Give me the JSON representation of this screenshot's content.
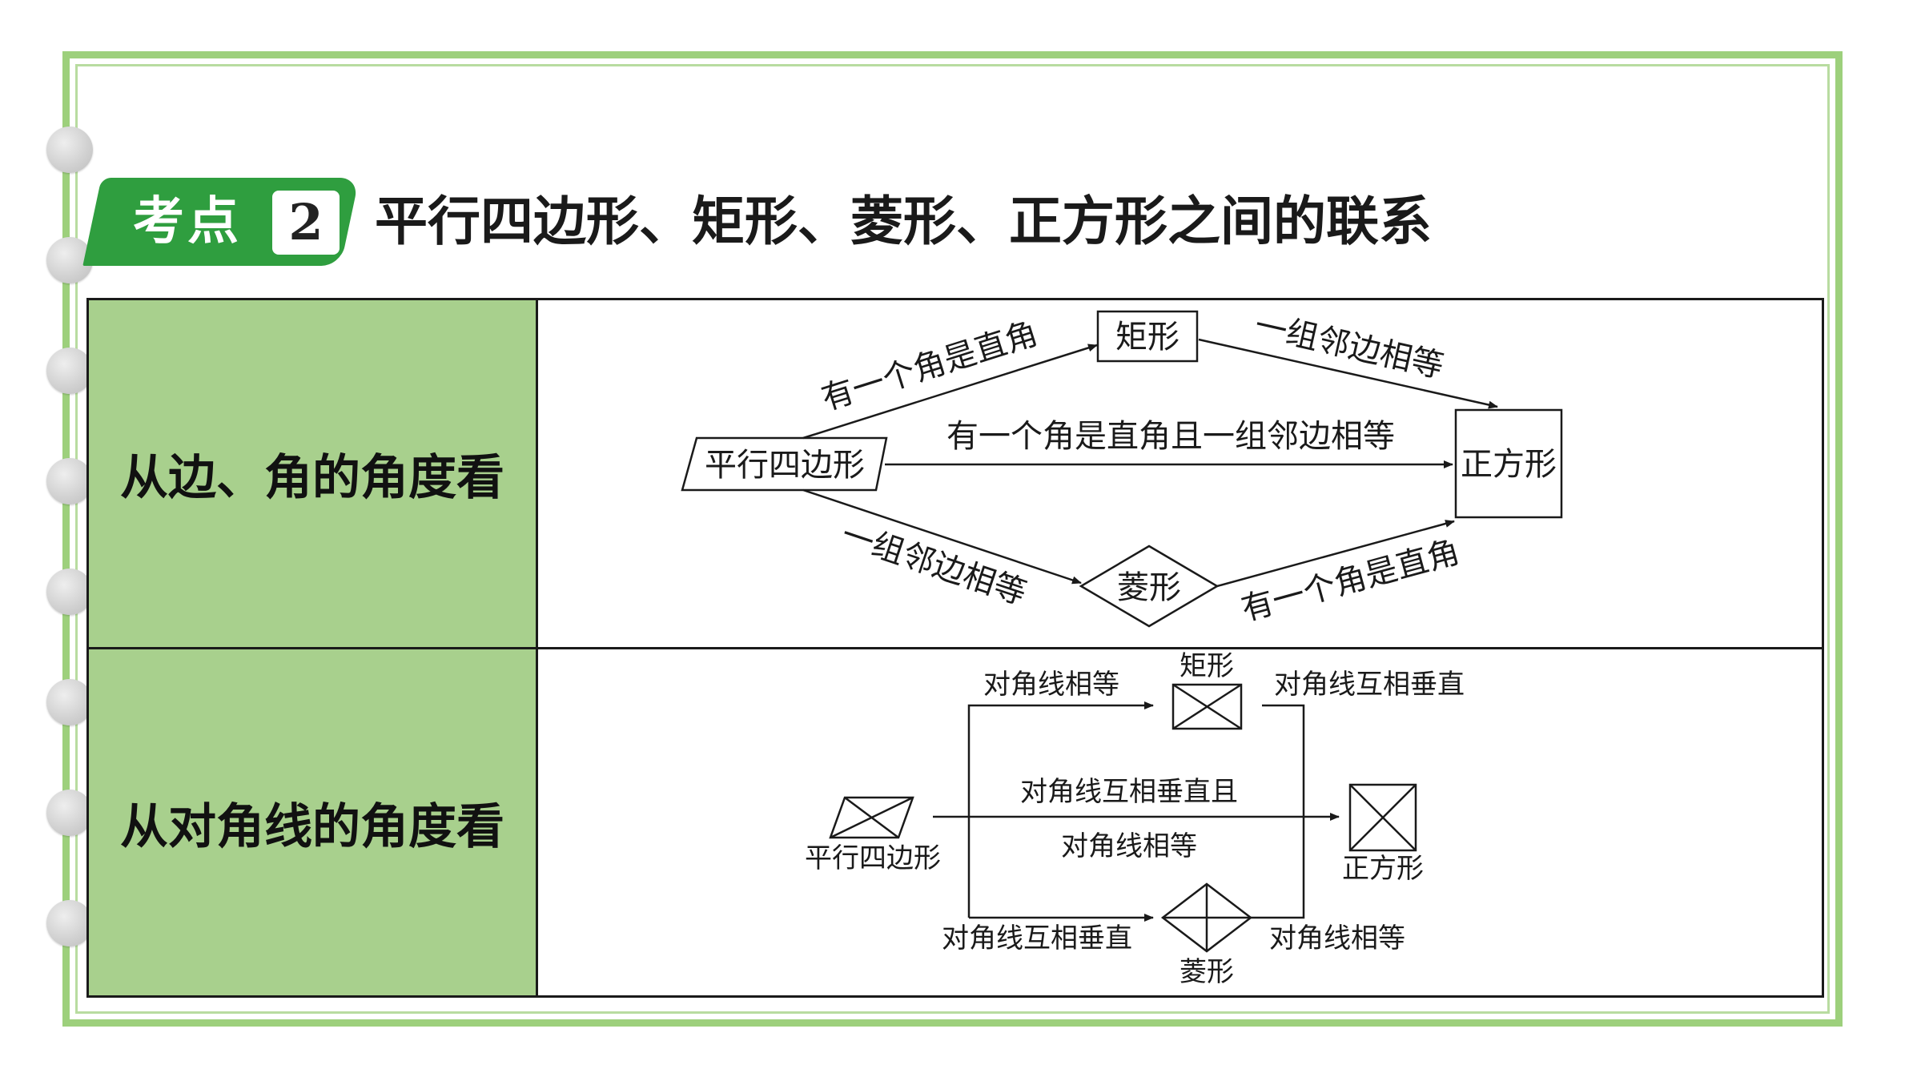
{
  "header": {
    "badge_label": "考点",
    "badge_number": "2",
    "title": "平行四边形、矩形、菱形、正方形之间的联系"
  },
  "rows": [
    {
      "label": "从边、角的角度看"
    },
    {
      "label": "从对角线的角度看"
    }
  ],
  "diagram1": {
    "nodes": {
      "parallelogram": "平行四边形",
      "rectangle": "矩形",
      "rhombus": "菱形",
      "square": "正方形"
    },
    "edges": {
      "para_to_rect": "有一个角是直角",
      "rect_to_square": "一组邻边相等",
      "para_to_square": "有一个角是直角且一组邻边相等",
      "para_to_rhombus": "一组邻边相等",
      "rhombus_to_square": "有一个角是直角"
    }
  },
  "diagram2": {
    "nodes": {
      "parallelogram": "平行四边形",
      "rectangle": "矩形",
      "rhombus": "菱形",
      "square": "正方形"
    },
    "edges": {
      "para_to_rect": "对角线相等",
      "rect_to_square": "对角线互相垂直",
      "para_to_square_line1": "对角线互相垂直且",
      "para_to_square_line2": "对角线相等",
      "para_to_rhombus": "对角线互相垂直",
      "rhombus_to_square": "对角线相等"
    }
  },
  "colors": {
    "frame": "#9dd07c",
    "badge": "#2f9e3f",
    "label_cell": "#a8d08d"
  }
}
